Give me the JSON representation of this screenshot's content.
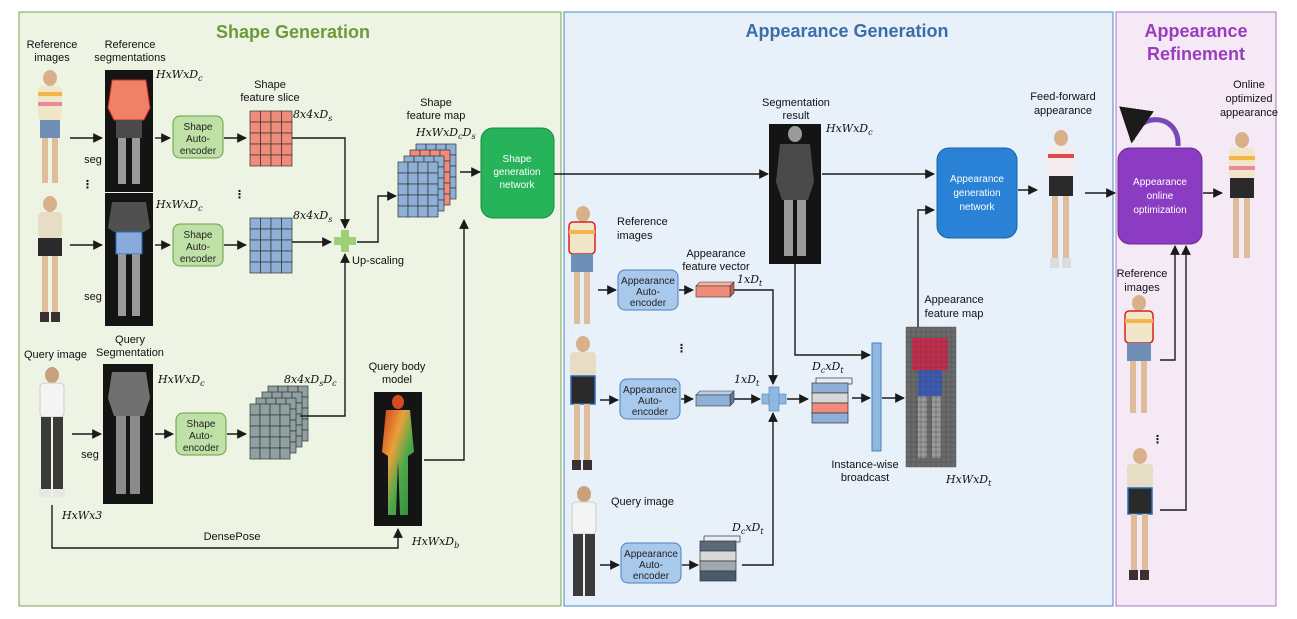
{
  "sections": {
    "shape": "Shape Generation",
    "appearance": "Appearance Generation",
    "refinement_line1": "Appearance",
    "refinement_line2": "Refinement"
  },
  "colors": {
    "shape_panel": "#eef4e3",
    "appearance_panel": "#e8f0f9",
    "refinement_panel": "#f5e9f6",
    "shape_title": "#6a9a3a",
    "appearance_title": "#3a6ea8",
    "refinement_title": "#9a3cc0",
    "shape_net": "#26b35a",
    "appearance_net": "#2a82d6",
    "refinement_net": "#8b3cc2",
    "feature_red": "#f08c7a",
    "feature_blue": "#8fb0d6",
    "feature_gray": "#8fa0a0"
  },
  "shape": {
    "reference_images": [
      "Reference",
      "images"
    ],
    "reference_segmentations": [
      "Reference",
      "segmentations"
    ],
    "seg1": "seg",
    "seg2": "seg",
    "seg3": "seg",
    "dim_seg1": "HxWxD",
    "dim_seg1_sub": "c",
    "dim_seg2": "HxWxD",
    "dim_seg2_sub": "c",
    "shape_ae": [
      "Shape",
      "Auto-",
      "encoder"
    ],
    "shape_feature_slice": [
      "Shape",
      "feature slice"
    ],
    "slice_dim1": "8x4xD",
    "slice_dim1_sub": "s",
    "slice_dim2": "8x4xD",
    "slice_dim2_sub": "s",
    "shape_feature_map": [
      "Shape",
      "feature map"
    ],
    "map_dim": "HxWxD",
    "map_dim_sub1": "c",
    "map_dim_mid": "D",
    "map_dim_sub2": "s",
    "up_scaling": "Up-scaling",
    "query_image": "Query image",
    "query_segmentation": [
      "Query",
      "Segmentation"
    ],
    "query_seg_dim": "HxWxD",
    "query_seg_dim_sub": "c",
    "query_feat_dim": "8x4xD",
    "query_feat_dim_sub1": "s",
    "query_feat_dim_mid": "D",
    "query_feat_dim_sub2": "c",
    "query_body_model": [
      "Query body",
      "model"
    ],
    "hxwx3": "HxWx3",
    "densepose": "DensePose",
    "body_dim": "HxWxD",
    "body_dim_sub": "b",
    "network": [
      "Shape",
      "generation",
      "network"
    ]
  },
  "appearance": {
    "segmentation_result": [
      "Segmentation",
      "result"
    ],
    "seg_result_dim": "HxWxD",
    "seg_result_dim_sub": "c",
    "reference_images": [
      "Reference",
      "images"
    ],
    "appearance_feature_vector": [
      "Appearance",
      "feature vector"
    ],
    "vec_dim1": "1xD",
    "vec_dim1_sub": "t",
    "vec_dim2": "1xD",
    "vec_dim2_sub": "t",
    "stack_dim": "D",
    "stack_dim_sub1": "c",
    "stack_dim_mid": "xD",
    "stack_dim_sub2": "t",
    "query_image": "Query image",
    "query_stack_dim": "D",
    "query_stack_dim_sub1": "c",
    "query_stack_dim_mid": "xD",
    "query_stack_dim_sub2": "t",
    "app_ae": [
      "Appearance",
      "Auto-",
      "encoder"
    ],
    "instance_broadcast": [
      "Instance-wise",
      "broadcast"
    ],
    "appearance_feature_map": [
      "Appearance",
      "feature map"
    ],
    "feat_map_dim": "HxWxD",
    "feat_map_dim_sub": "t",
    "network": [
      "Appearance",
      "generation",
      "network"
    ],
    "feed_forward": [
      "Feed-forward",
      "appearance"
    ]
  },
  "refinement": {
    "network": [
      "Appearance",
      "online",
      "optimization"
    ],
    "online_optimized": [
      "Online",
      "optimized",
      "appearance"
    ],
    "reference_images": [
      "Reference",
      "images"
    ]
  }
}
